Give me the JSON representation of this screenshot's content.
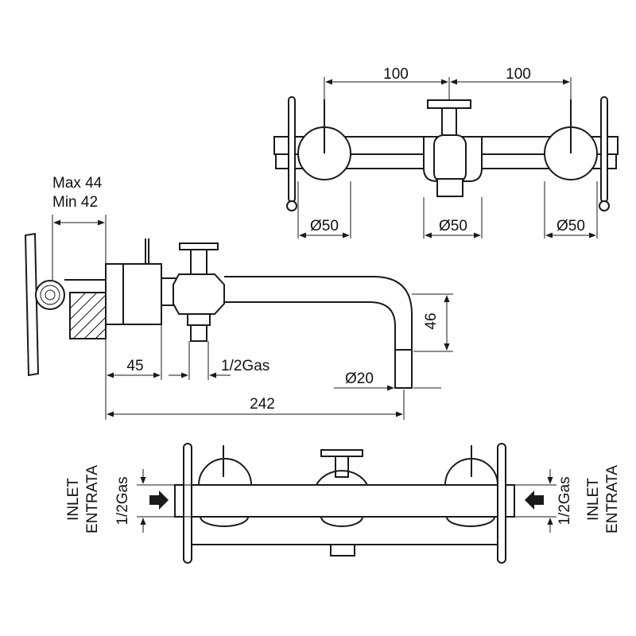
{
  "dimensions": {
    "spacing_left": "100",
    "spacing_right": "100",
    "diameter_left": "Ø50",
    "diameter_center": "Ø50",
    "diameter_right": "Ø50",
    "wall_max": "Max 44",
    "wall_min": "Min 42",
    "depth_45": "45",
    "thread_outlet": "1/2Gas",
    "spout_height": "46",
    "spout_diameter": "Ø20",
    "total_length": "242"
  },
  "inlets": {
    "left": {
      "inlet": "INLET",
      "entrata": "ENTRATA",
      "thread": "1/2Gas"
    },
    "right": {
      "inlet": "INLET",
      "entrata": "ENTRATA",
      "thread": "1/2Gas"
    }
  }
}
